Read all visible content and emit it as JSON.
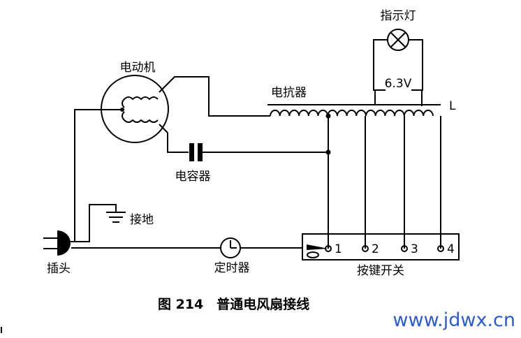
{
  "labels": {
    "motor": "电动机",
    "reactor": "电抗器",
    "indicator_lamp": "指示灯",
    "lamp_voltage": "6.3V",
    "terminal_L": "L",
    "capacitor": "电容器",
    "ground": "接地",
    "plug": "插头",
    "timer": "定时器",
    "key_switch": "按键开关"
  },
  "switch_positions": [
    "1",
    "2",
    "3",
    "4"
  ],
  "caption": "图 214　普通电风扇接线",
  "watermark": "www.jdwx.cn",
  "colors": {
    "line": "#000000",
    "watermark": "#2a5bd7"
  }
}
